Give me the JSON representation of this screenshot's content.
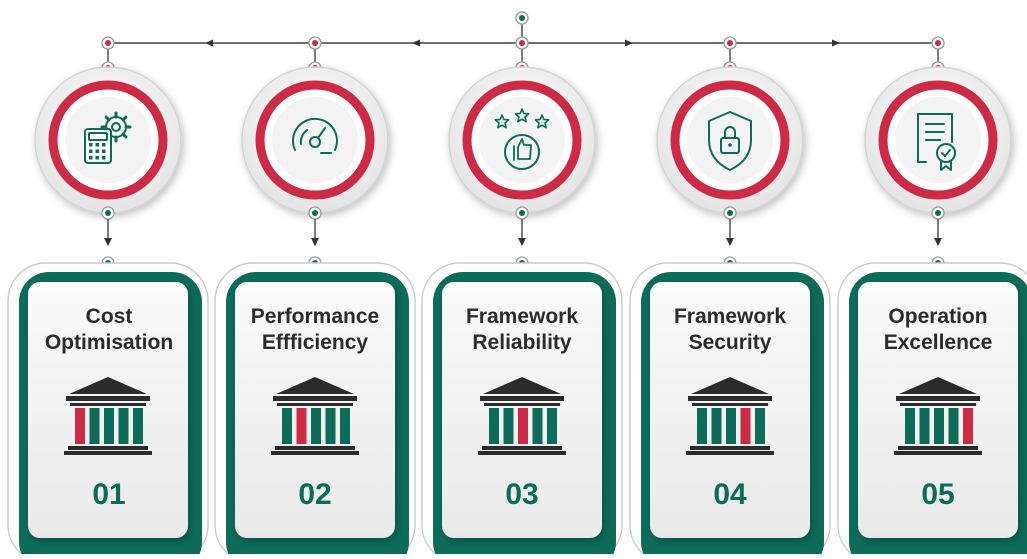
{
  "colors": {
    "green": "#0e6b5a",
    "red": "#cc2a45",
    "dark": "#2b2b2b",
    "line": "#444444"
  },
  "pillars": [
    {
      "title": "Cost\nOptimisation",
      "number": "01",
      "icon": "calculator-gear-icon",
      "highlight_column": 0
    },
    {
      "title": "Performance\nEffficiency",
      "number": "02",
      "icon": "speedometer-icon",
      "highlight_column": 1
    },
    {
      "title": "Framework\nReliability",
      "number": "03",
      "icon": "thumbs-up-stars-icon",
      "highlight_column": 2
    },
    {
      "title": "Framework\nSecurity",
      "number": "04",
      "icon": "shield-lock-icon",
      "highlight_column": 3
    },
    {
      "title": "Operation\nExcellence",
      "number": "05",
      "icon": "certificate-icon",
      "highlight_column": 4
    }
  ]
}
